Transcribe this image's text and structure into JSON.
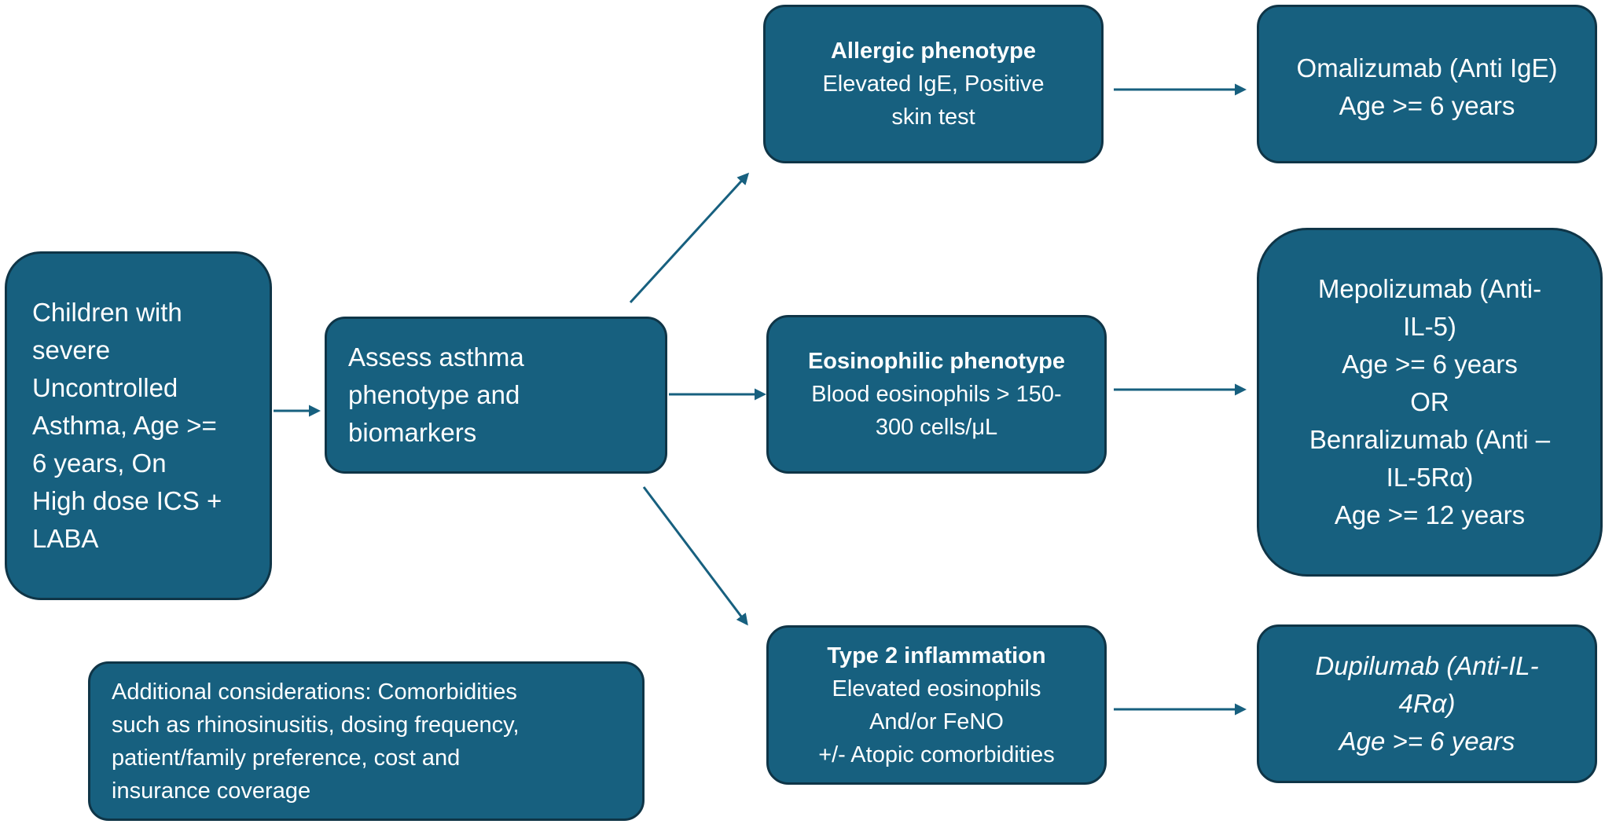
{
  "colors": {
    "box_fill": "#17607f",
    "box_border": "#0f3547",
    "arrow": "#17607f",
    "text": "#ffffff"
  },
  "start": {
    "lines": [
      "Children with",
      "severe",
      "Uncontrolled",
      "Asthma, Age >=",
      "6 years, On",
      "High dose ICS +",
      "LABA"
    ]
  },
  "assess": {
    "lines": [
      "Assess asthma",
      "phenotype and",
      "biomarkers"
    ]
  },
  "phenotypes": {
    "allergic": {
      "title": "Allergic phenotype",
      "lines": [
        "Elevated IgE, Positive",
        "skin test"
      ]
    },
    "eosinophilic": {
      "title": "Eosinophilic phenotype",
      "lines": [
        "Blood eosinophils > 150-",
        "300 cells/μL"
      ]
    },
    "type2": {
      "title": "Type 2 inflammation",
      "lines": [
        "Elevated eosinophils",
        "And/or FeNO",
        "+/- Atopic comorbidities"
      ]
    }
  },
  "treatments": {
    "omalizumab": {
      "lines": [
        "Omalizumab (Anti IgE)",
        "Age >= 6 years"
      ]
    },
    "il5": {
      "lines": [
        "Mepolizumab (Anti-",
        "IL-5)",
        "Age >= 6 years",
        "OR",
        "Benralizumab (Anti –",
        "IL-5Rα)",
        "Age >= 12 years"
      ]
    },
    "dupilumab": {
      "lines": [
        "Dupilumab (Anti-IL-",
        "4Rα)",
        "Age >= 6 years"
      ]
    }
  },
  "considerations": {
    "lines": [
      "Additional considerations: Comorbidities",
      "such as rhinosinusitis, dosing frequency,",
      "patient/family preference, cost and",
      "insurance coverage"
    ]
  }
}
